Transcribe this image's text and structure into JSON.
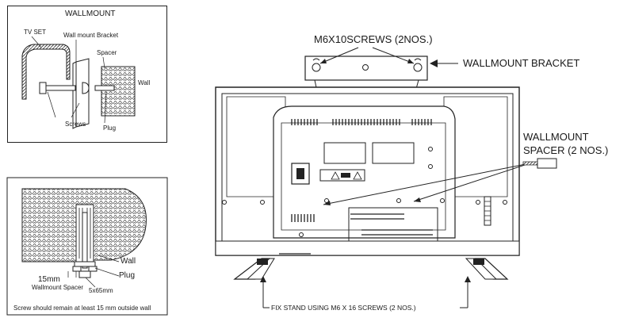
{
  "panel_wallmount": {
    "title": "WALLMOUNT",
    "tv_set": "TV SET",
    "bracket": "Wall mount Bracket",
    "spacer": "Spacer",
    "wall": "Wall",
    "screws": "Screws",
    "plug": "Plug"
  },
  "panel_screw": {
    "wall": "Wall",
    "plug": "Plug",
    "dim_15": "15mm",
    "spacer": "Wallmount Spacer",
    "screw_size": "5x65mm",
    "note": "Screw should remain at least 15 mm outside wall"
  },
  "main": {
    "screws_label": "M6X10SCREWS (2NOS.)",
    "bracket_label": "WALLMOUNT BRACKET",
    "spacer_label_1": "WALLMOUNT",
    "spacer_label_2": "SPACER (2 NOS.)",
    "stand_label": "FIX STAND USING M6 X 16 SCREWS (2 NOS.)"
  }
}
